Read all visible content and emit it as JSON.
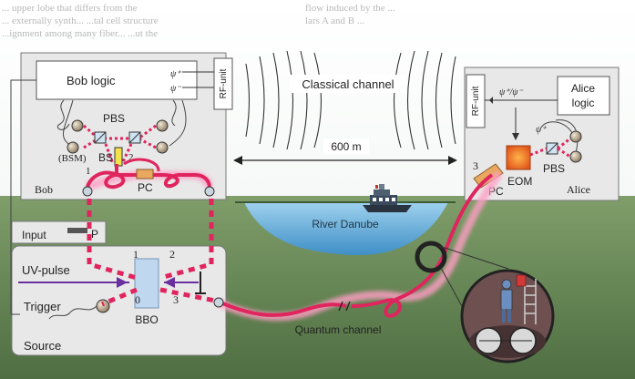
{
  "bob": {
    "logic_label": "Bob logic",
    "psi_plus": "ψ⁺",
    "psi_minus": "ψ⁻",
    "rf_unit": "RF-unit",
    "pbs": "PBS",
    "bsm": "(BSM)",
    "bs": "BS",
    "pc": "PC",
    "port1": "1",
    "port2": "2",
    "name": "Bob"
  },
  "alice": {
    "rf_unit": "RF-unit",
    "psi_pm": "ψ⁺/ψ⁻",
    "logic_line1": "Alice",
    "logic_line2": "logic",
    "psi_plus": "ψ⁺",
    "eom": "EOM",
    "pbs": "PBS",
    "pc": "PC",
    "port3": "3",
    "name": "Alice"
  },
  "channel": {
    "classical": "Classical channel",
    "distance": "600 m",
    "river": "River Danube",
    "quantum": "Quantum channel"
  },
  "source": {
    "input": "Input",
    "p": "P",
    "uv_pulse": "UV-pulse",
    "trigger": "Trigger",
    "bbo": "BBO",
    "label": "Source",
    "port0": "0",
    "port1": "1",
    "port2": "2",
    "port3": "3"
  },
  "background_text": {
    "line1a": "... upper lobe that differs from the",
    "line2a": "... externally synth... ...tal cell structure",
    "line3a": "...ignment among many fiber... ...ut the",
    "line1b": "flow induced by the ...",
    "line2b": "lars A and B ... "
  },
  "colors": {
    "fiber": "#e0245e",
    "glow": "#ff9ec4",
    "panel": "#e9e9e9",
    "sky": "#ffffff",
    "ground": "#6d8e5a",
    "water": "#6fb3db"
  }
}
